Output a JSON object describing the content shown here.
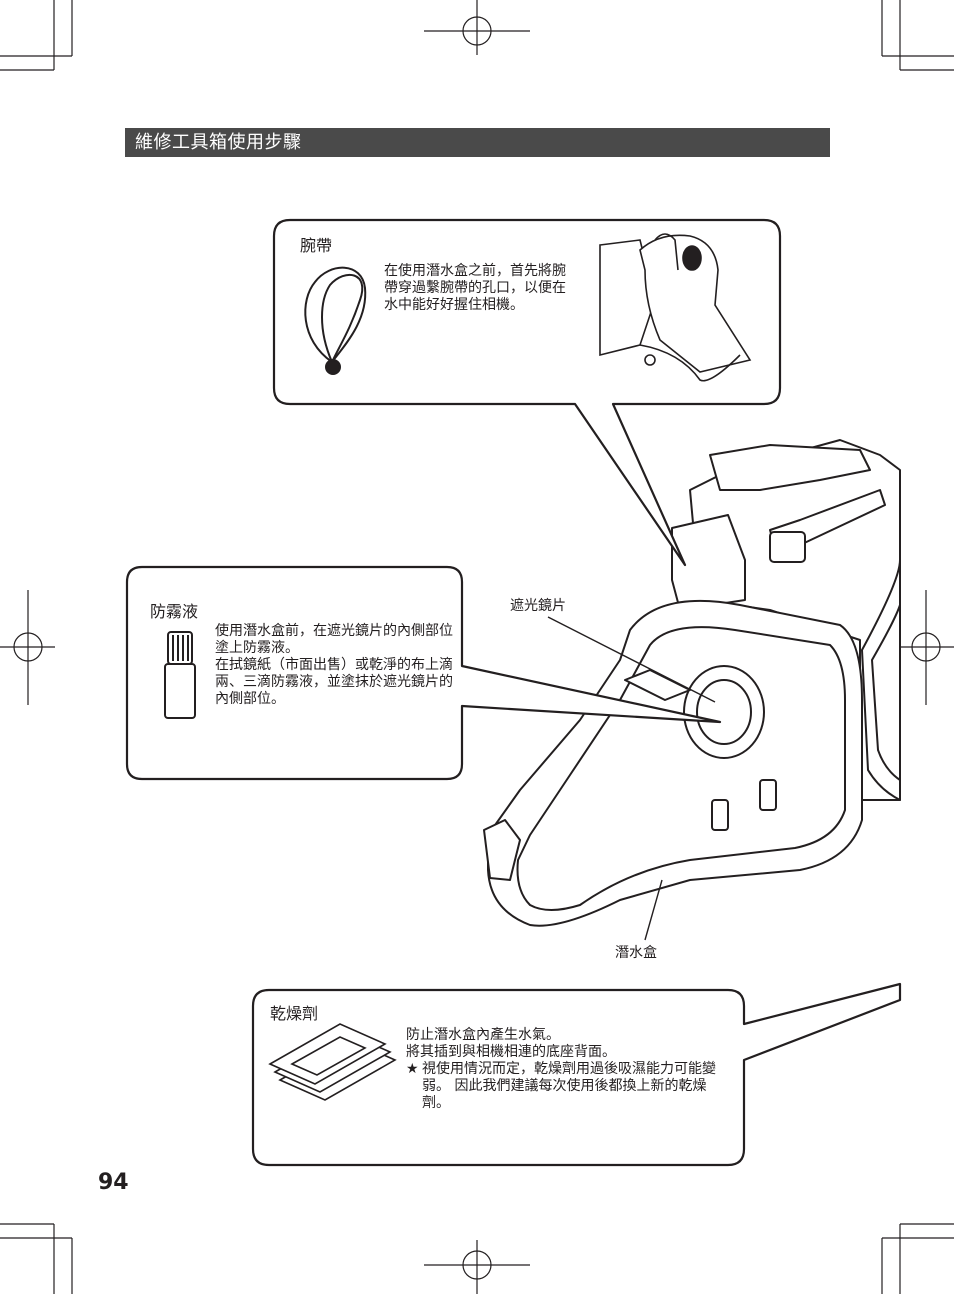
{
  "section_title": "維修工具箱使用步驟",
  "strap": {
    "title": "腕帶",
    "text": "在使用潛水盒之前，首先將腕帶穿過繫腕帶的孔口，以便在水中能好好握住相機。"
  },
  "antifog": {
    "title": "防霧液",
    "paragraph_1": "使用潛水盒前，在遮光鏡片的內側部位塗上防霧液。",
    "paragraph_2": "在拭鏡紙（市面出售）或乾淨的布上滴兩、三滴防霧液，並塗抹於遮光鏡片的內側部位。"
  },
  "labels": {
    "hood_lens": "遮光鏡片",
    "housing": "潛水盒"
  },
  "desiccant": {
    "title": "乾燥劑",
    "line_1": "防止潛水盒內產生水氣。",
    "line_2": "將其插到與相機相連的底座背面。",
    "note_mark": "★",
    "note_text": "視使用情況而定，乾燥劑用過後吸濕能力可能變弱。 因此我們建議每次使用後都換上新的乾燥劑。"
  },
  "page_number": "94"
}
